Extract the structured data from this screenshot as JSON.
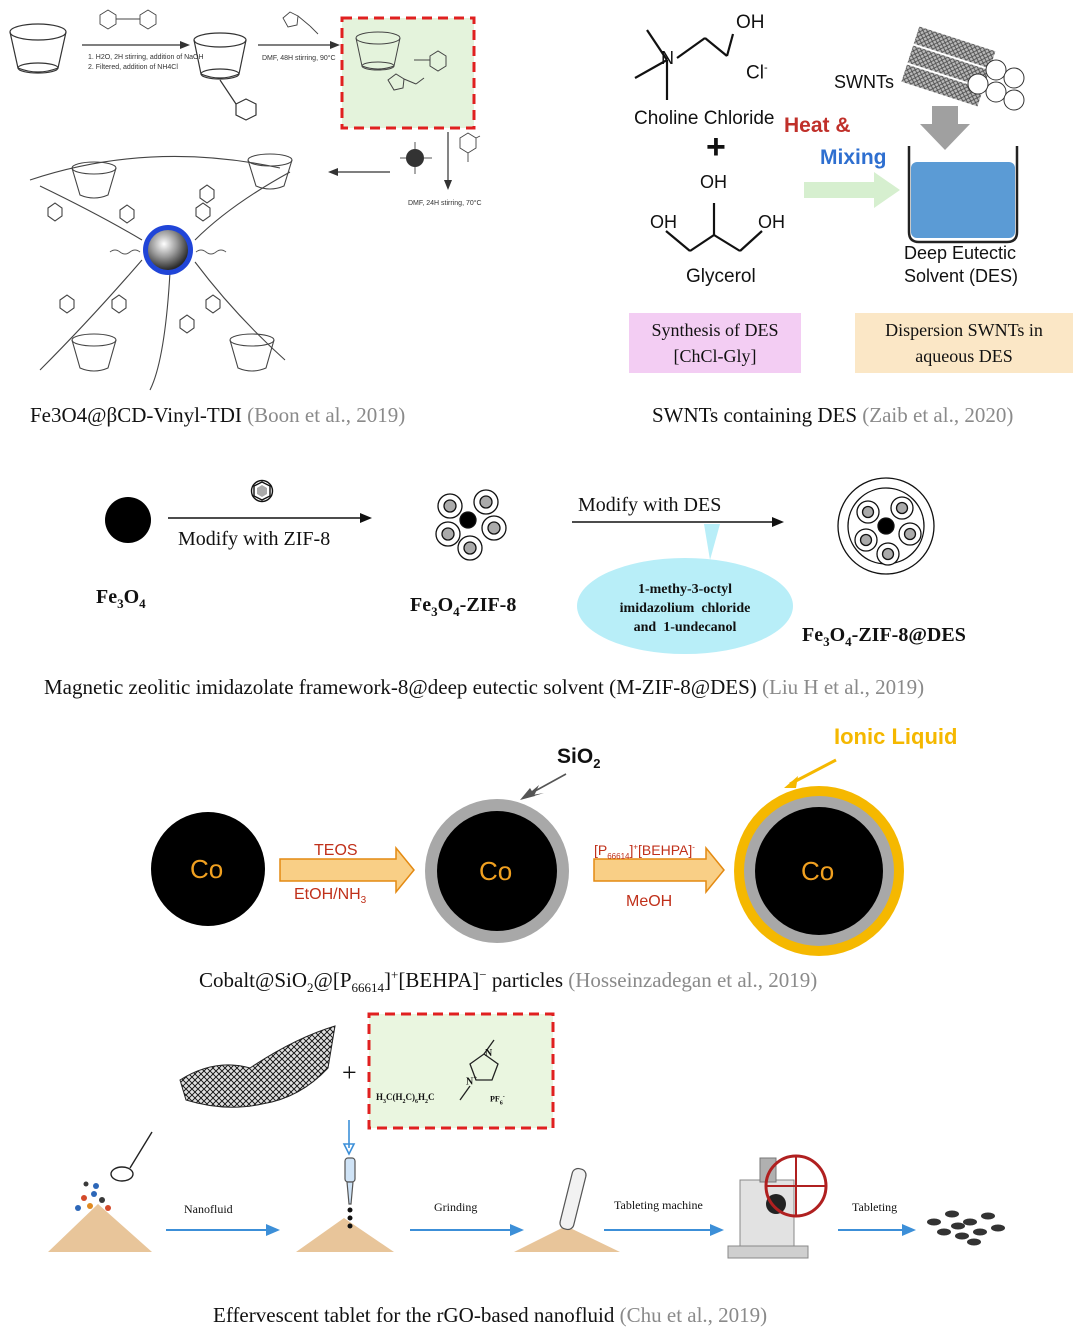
{
  "panel1": {
    "step1_line1": "1. H2O, 2H stirring, addition of NaOH",
    "step1_line2": "2. Filtered, addition of NH4Cl",
    "step2": "DMF, 48H stirring, 90°C",
    "step3": "DMF, 24H stirring, 70°C",
    "caption_main": "Fe3O4@βCD-Vinyl-TDI",
    "caption_cite": "(Boon et al., 2019)"
  },
  "panel2": {
    "choline_label": "Choline Chloride",
    "chloride": "Cl",
    "oh": "OH",
    "plus": "+",
    "glycerol_label": "Glycerol",
    "heat_label": "Heat &",
    "mixing_label": "Mixing",
    "swnts_label": "SWNTs",
    "des_line1": "Deep Eutectic",
    "des_line2": "Solvent (DES)",
    "box_synthesis_line1": "Synthesis of DES",
    "box_synthesis_line2": "[ChCl-Gly]",
    "box_dispersion_line1": "Dispersion SWNTs in",
    "box_dispersion_line2": "aqueous DES",
    "caption_main": "SWNTs containing DES",
    "caption_cite": "(Zaib et al., 2020)",
    "colors": {
      "heat": "#c0302a",
      "mixing": "#2e6fd0",
      "synthesis_box": "#f3cdf3",
      "dispersion_box": "#fbe7c6",
      "solvent": "#5b9bd5"
    }
  },
  "panel3": {
    "modify_zif": "Modify with ZIF-8",
    "modify_des": "Modify with DES",
    "fe3o4": "Fe3O4",
    "fe3o4_zif": "Fe3O4-ZIF-8",
    "fe3o4_zif_des": "Fe3O4-ZIF-8@DES",
    "bubble_line1": "1-methy-3-octyl",
    "bubble_line2": "imidazolium  chloride",
    "bubble_line3": "and  1-undecanol",
    "caption_main": "Magnetic zeolitic imidazolate framework-8@deep eutectic solvent (M-ZIF-8@DES)",
    "caption_cite": "(Liu H et al., 2019)",
    "colors": {
      "bubble": "#b8eef8"
    }
  },
  "panel4": {
    "co": "Co",
    "sio2": "SiO2",
    "ionic_liquid": "Ionic Liquid",
    "teos": "TEOS",
    "etoh": "EtOH/NH3",
    "il_formula": "[P66614]+[BEHPA]-",
    "meoh": "MeOH",
    "caption_main": "Cobalt@SiO2@[P66614]+[BEHPA]− particles",
    "caption_cite": "(Hosseinzadegan et al., 2019)",
    "colors": {
      "co_text": "#f0a020",
      "arrow_fill": "#f9cf86",
      "arrow_stroke": "#e48a12",
      "reagent": "#c0301a",
      "ionic": "#f5b800",
      "shell": "#a8a8a8"
    }
  },
  "panel5": {
    "plus": "+",
    "ionic_formula": "H3C(H2C)6H2C",
    "pf6": "PF6",
    "nanofluid": "Nanofluid",
    "grinding": "Grinding",
    "tableting_machine": "Tableting machine",
    "tableting": "Tableting",
    "caption_main": "Effervescent tablet for the rGO-based nanofluid",
    "caption_cite": "(Chu et al., 2019)",
    "colors": {
      "arrow": "#3c8fd8",
      "powder": "#e8c59a",
      "box_fill": "#eaf6e0",
      "dash": "#e02020"
    }
  }
}
